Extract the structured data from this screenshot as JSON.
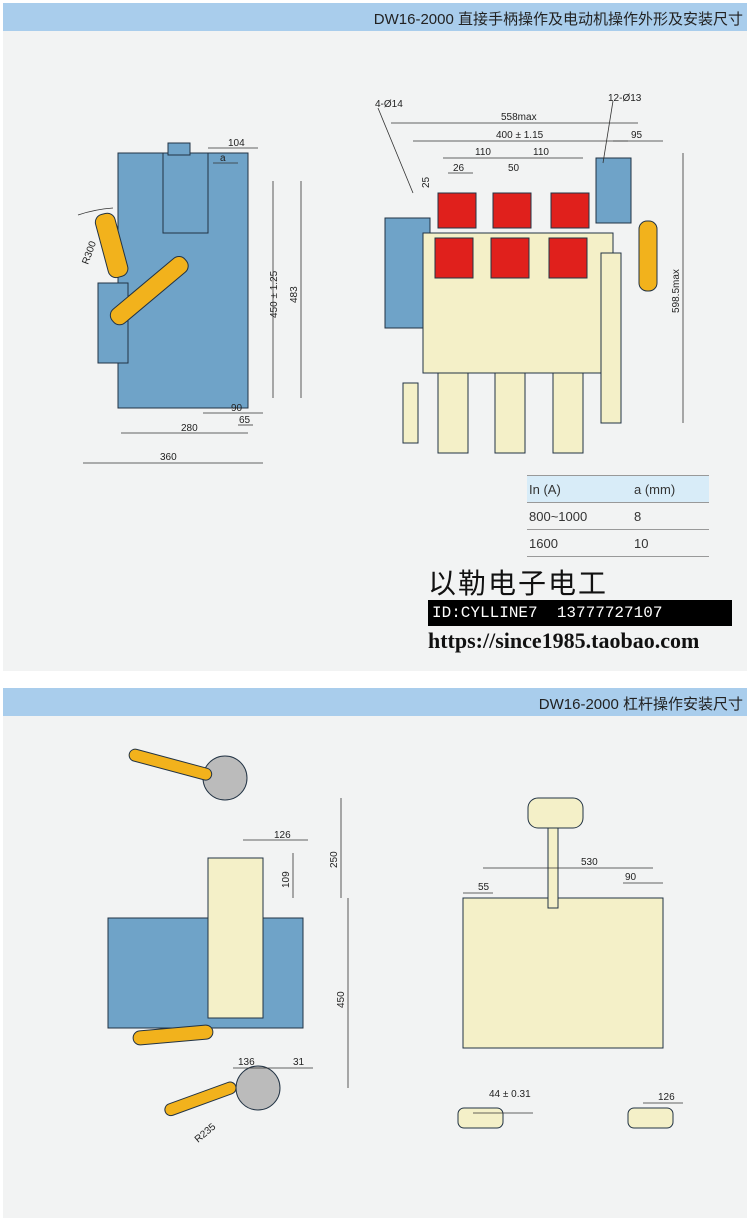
{
  "section1": {
    "title": "DW16-2000 直接手柄操作及电动机操作外形及安装尺寸",
    "left_view_dims": [
      "104",
      "a",
      "R300",
      "450 ± 1.25",
      "483",
      "90",
      "65",
      "280",
      "360"
    ],
    "front_view_dims": [
      "4-Ø14",
      "558max",
      "400 ± 1.15",
      "12-Ø13",
      "95",
      "110",
      "110",
      "26",
      "50",
      "25",
      "598.5max"
    ],
    "table": {
      "headers": [
        "In (A)",
        "a (mm)"
      ],
      "rows": [
        [
          "800~1000",
          "8"
        ],
        [
          "1600",
          "10"
        ]
      ]
    }
  },
  "watermark": {
    "shop_name": "以勒电子电工",
    "id_line": "ID:CYLLINE7  13777727107",
    "url": "https://since1985.taobao.com"
  },
  "section2": {
    "title": "DW16-2000 杠杆操作安装尺寸",
    "side_view_dims": [
      "126",
      "250",
      "109",
      "450",
      "136",
      "31",
      "R235"
    ],
    "front_view_dims": [
      "530",
      "55",
      "90",
      "44 ± 0.31",
      "126"
    ]
  },
  "colors": {
    "header": "#a9cdec",
    "body": "#6fa3c8",
    "handle": "#f2b21c",
    "contact": "#e0201c",
    "frame": "#f4f0c8"
  }
}
